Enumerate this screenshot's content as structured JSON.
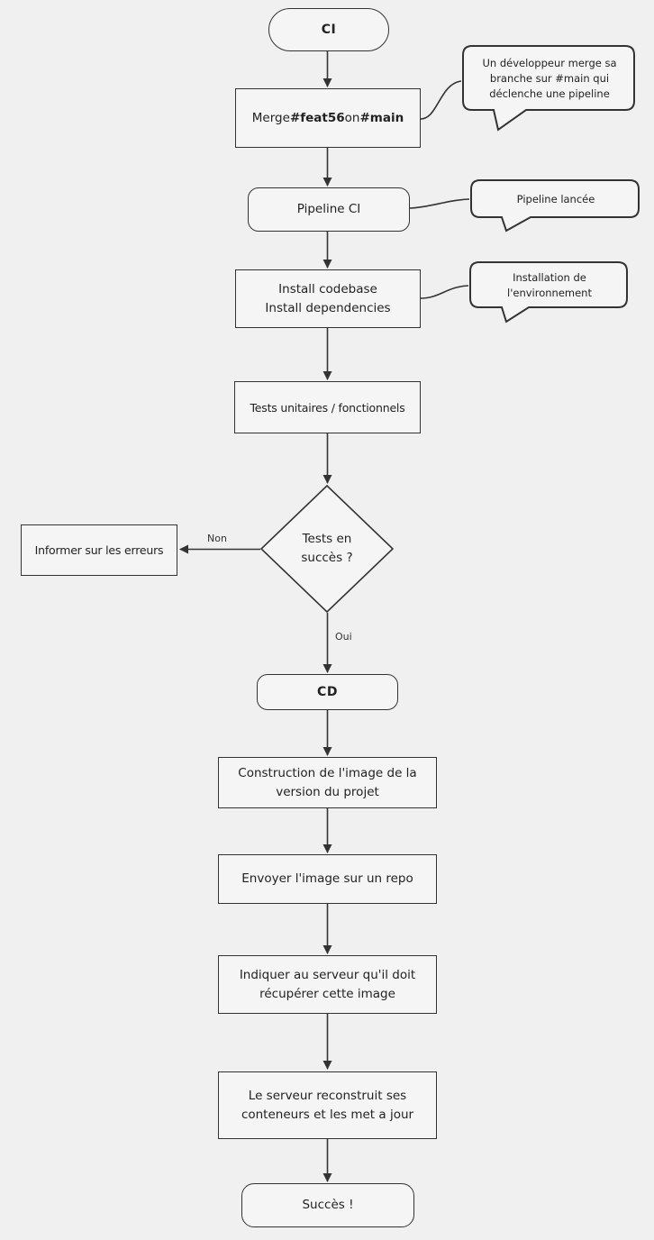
{
  "colors": {
    "background": "#f0f0f0",
    "node_fill": "#f5f5f5",
    "stroke": "#333333",
    "text": "#222222"
  },
  "nodes": {
    "ci": {
      "label": "CI"
    },
    "merge": {
      "pre": "Merge ",
      "feat": "#feat56",
      "mid": " on ",
      "main": "#main"
    },
    "pipeline": {
      "label": "Pipeline CI"
    },
    "install": {
      "lines": [
        "Install codebase",
        "Install dependencies"
      ]
    },
    "tests": {
      "label": "Tests unitaires / fonctionnels"
    },
    "decision": {
      "lines": [
        "Tests en",
        "succès ?"
      ]
    },
    "informer": {
      "label": "Informer sur les erreurs"
    },
    "cd": {
      "label": "CD"
    },
    "construction": {
      "lines": [
        "Construction de l'image de la",
        "version du projet"
      ]
    },
    "envoyer": {
      "label": "Envoyer l'image sur un repo"
    },
    "indiquer": {
      "lines": [
        "Indiquer au serveur qu'il doit",
        "récupérer cette image"
      ]
    },
    "serveur": {
      "lines": [
        "Le serveur reconstruit ses",
        "conteneurs et les met a jour"
      ]
    },
    "succes": {
      "label": "Succès !"
    }
  },
  "edge_labels": {
    "non": "Non",
    "oui": "Oui"
  },
  "callouts": [
    {
      "lines": [
        "Un développeur merge sa",
        "branche sur #main qui",
        "déclenche une pipeline"
      ]
    },
    {
      "lines": [
        "Pipeline lancée"
      ]
    },
    {
      "lines": [
        "Installation de",
        "l'environnement"
      ]
    }
  ]
}
